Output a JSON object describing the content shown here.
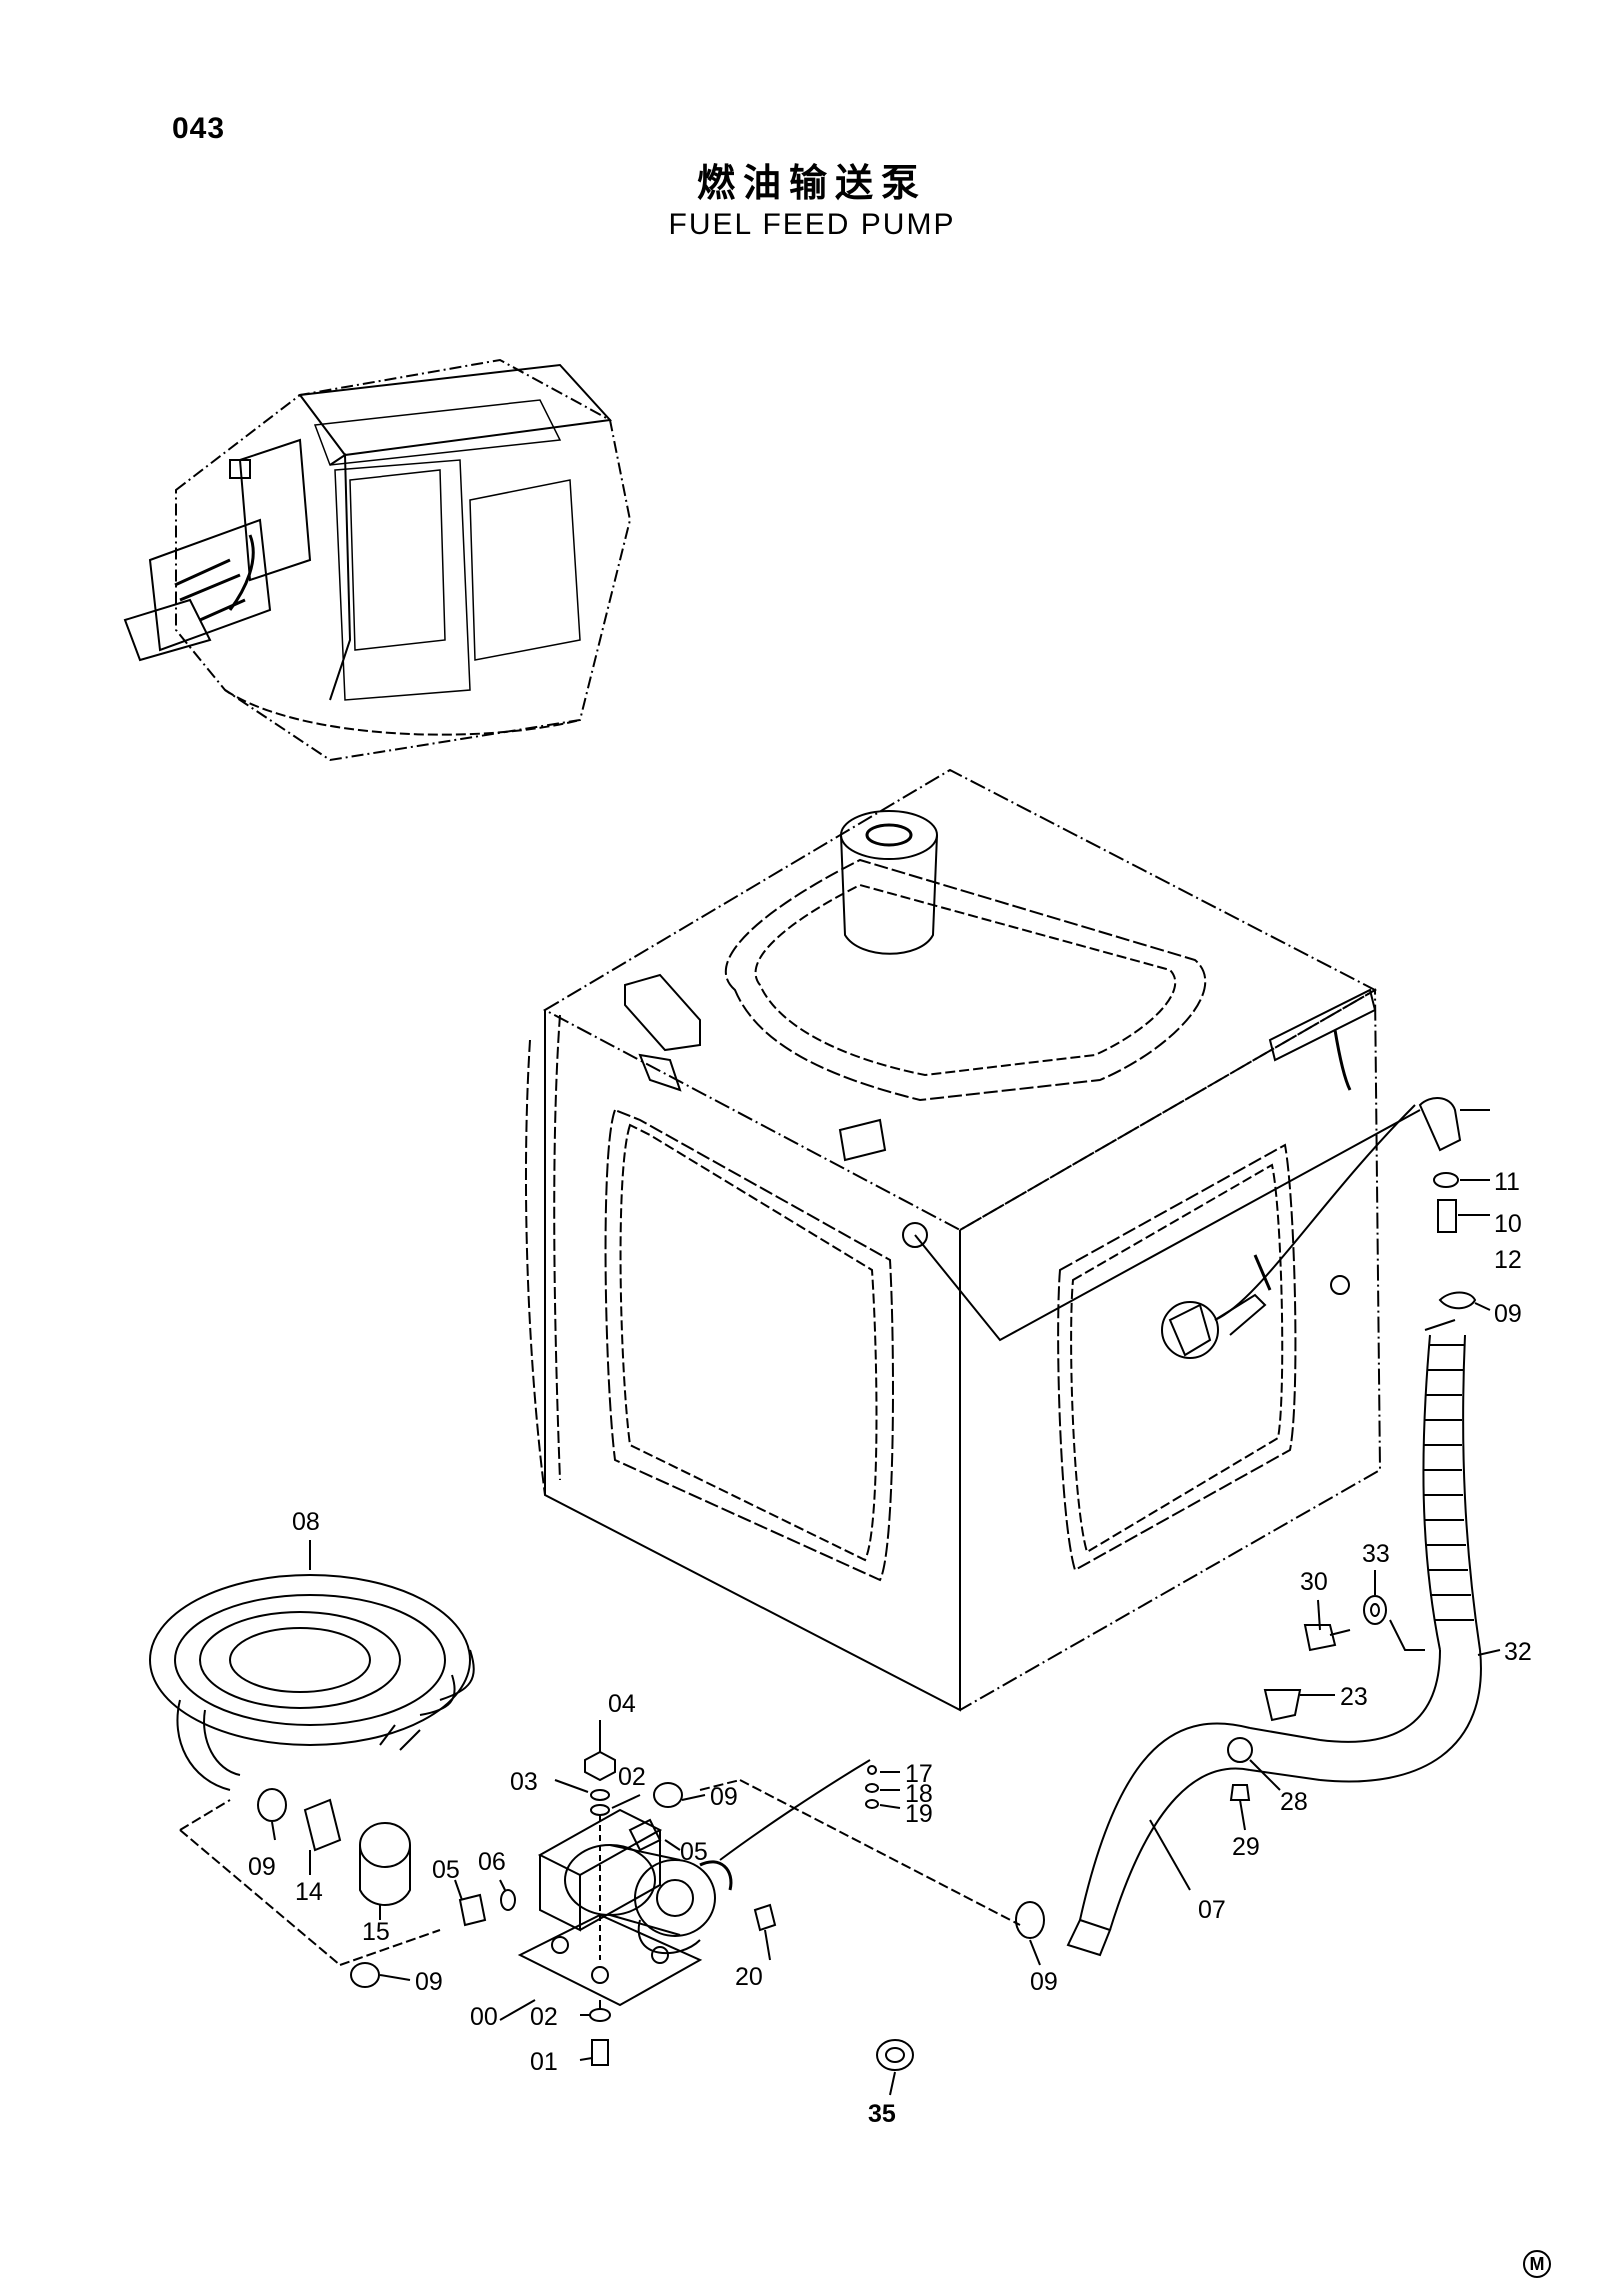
{
  "header": {
    "page_number": "043",
    "title_cn": "燃油输送泵",
    "title_en": "FUEL FEED PUMP"
  },
  "labels": {
    "p00": "00",
    "p01": "01",
    "p02a": "02",
    "p02b": "02",
    "p03": "03",
    "p04": "04",
    "p05a": "05",
    "p05b": "05",
    "p06": "06",
    "p07": "07",
    "p08": "08",
    "p09a": "09",
    "p09b": "09",
    "p09c": "09",
    "p09d": "09",
    "p09e": "09",
    "p10": "10",
    "p11": "11",
    "p12": "12",
    "p14": "14",
    "p15": "15",
    "p17": "17",
    "p18": "18",
    "p19": "19",
    "p20": "20",
    "p23": "23",
    "p28": "28",
    "p29": "29",
    "p30": "30",
    "p32": "32",
    "p33": "33",
    "p35": "35"
  },
  "footer": {
    "badge": "M"
  }
}
